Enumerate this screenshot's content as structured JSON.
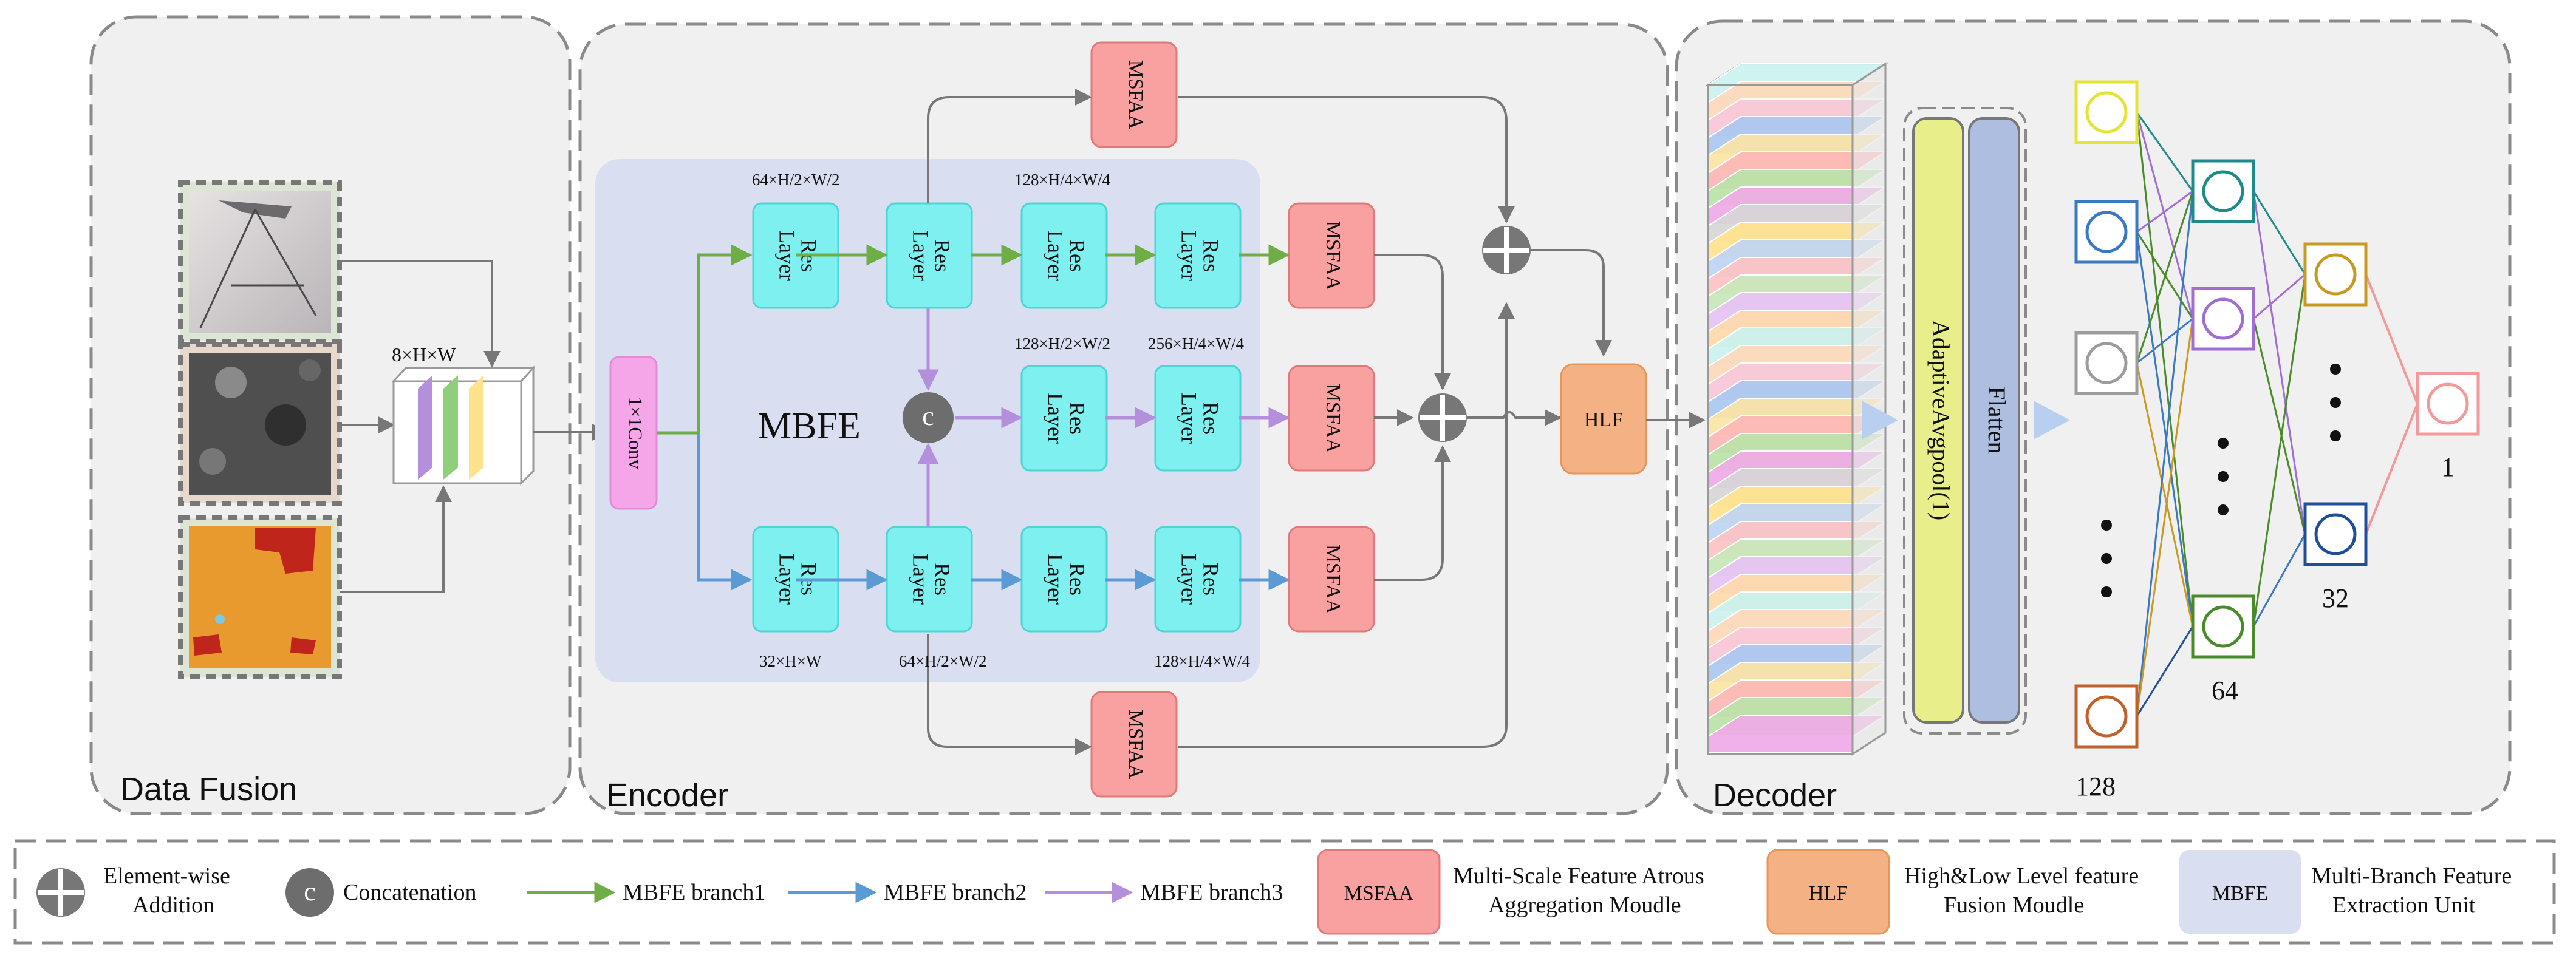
{
  "sections": {
    "data_fusion": "Data Fusion",
    "encoder": "Encoder",
    "decoder": "Decoder"
  },
  "fusion": {
    "dim_label": "8×H×W"
  },
  "encoder": {
    "conv": "1×1Conv",
    "mbfe": "MBFE",
    "res_label_top": "Res",
    "res_label_bottom": "Layer",
    "msfaa": "MSFAA",
    "hlf": "HLF",
    "concat": "c",
    "dims": {
      "b1_l1": "64×H/2×W/2",
      "b1_l3": "128×H/4×W/4",
      "b3_l1": "128×H/2×W/2",
      "b3_l2": "256×H/4×W/4",
      "b2_l1": "32×H×W",
      "b2_l2": "64×H/2×W/2",
      "b2_l4": "128×H/4×W/4"
    }
  },
  "decoder": {
    "pool": "AdaptiveAvgpool(1)",
    "flatten": "Flatten",
    "layers": [
      "128",
      "64",
      "32",
      "1"
    ],
    "ellipsis": "•"
  },
  "legend": {
    "addition": "Element-wise Addition",
    "addition_l1": "Element-wise",
    "addition_l2": "Addition",
    "concat_symbol": "c",
    "concat": "Concatenation",
    "branch1": "MBFE branch1",
    "branch2": "MBFE branch2",
    "branch3": "MBFE branch3",
    "msfaa_box": "MSFAA",
    "msfaa_l1": "Multi-Scale Feature Atrous",
    "msfaa_l2": "Aggregation Moudle",
    "hlf_box": "HLF",
    "hlf_l1": "High&Low Level feature",
    "hlf_l2": "Fusion Moudle",
    "mbfe_box": "MBFE",
    "mbfe_l1": "Multi-Branch Feature",
    "mbfe_l2": "Extraction Unit"
  },
  "colors": {
    "branch1": "#6fae46",
    "branch2": "#5b9bd5",
    "branch3": "#b48fdc",
    "res": "#7ff0f0",
    "msfaa": "#f9a0a0",
    "hlf": "#f4b183",
    "conv": "#f4a6e8",
    "mbfe_bg": "#d9dff1",
    "panel": "#f0f0f0",
    "pool": "#e8ef8a",
    "flatten": "#aebee0"
  }
}
